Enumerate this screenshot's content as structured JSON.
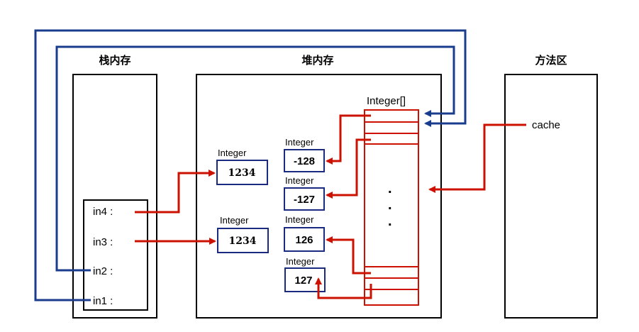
{
  "regions": {
    "stack": "栈内存",
    "heap": "堆内存",
    "method": "方法区"
  },
  "stack_vars": [
    "in4 :",
    "in3 :",
    "in2 :",
    "in1 :"
  ],
  "heap_objects": {
    "left": [
      {
        "type": "Integer",
        "value": "1234"
      },
      {
        "type": "Integer",
        "value": "1234"
      }
    ],
    "cached": [
      {
        "type": "Integer",
        "value": "-128"
      },
      {
        "type": "Integer",
        "value": "-127"
      },
      {
        "type": "Integer",
        "value": "126"
      },
      {
        "type": "Integer",
        "value": "127"
      }
    ]
  },
  "array_label": "Integer[]",
  "ellipsis": ".",
  "method_area_item": "cache",
  "colors": {
    "red_arrow": "#cc1100",
    "blue_arrow": "#1a3c8c",
    "box_border": "#1a2a80"
  }
}
